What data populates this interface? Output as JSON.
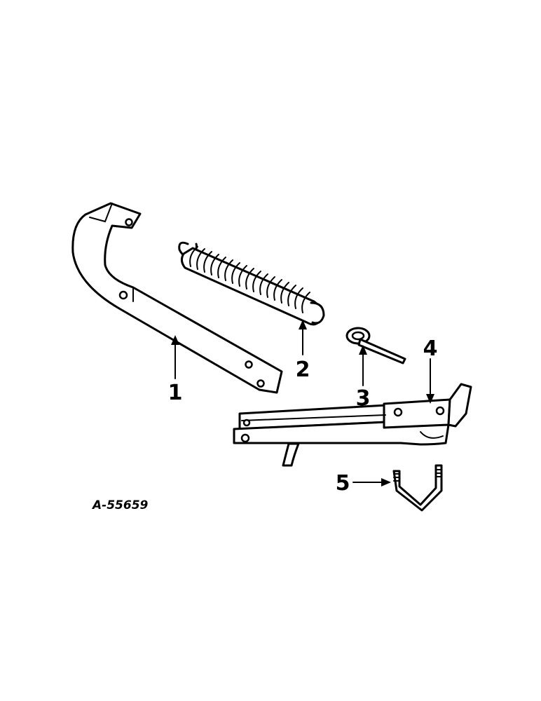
{
  "diagram": {
    "reference_code": "A-55659",
    "callouts": [
      {
        "id": "1",
        "label": "1"
      },
      {
        "id": "2",
        "label": "2"
      },
      {
        "id": "3",
        "label": "3"
      },
      {
        "id": "4",
        "label": "4"
      },
      {
        "id": "5",
        "label": "5"
      }
    ]
  }
}
